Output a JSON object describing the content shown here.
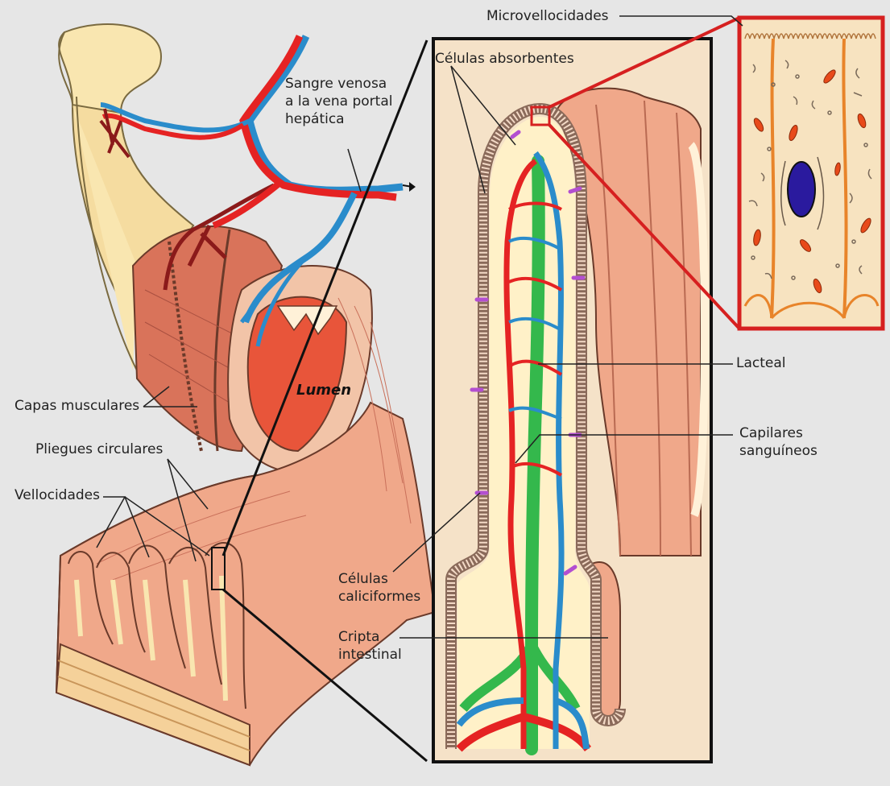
{
  "labels": {
    "microvellocidades": "Microvellocidades",
    "celulas_absorbentes": "Células absorbentes",
    "sangre_venosa": "Sangre venosa\na la vena portal\nhepática",
    "lumen": "Lumen",
    "capas_musculares": "Capas musculares",
    "pliegues_circulares": "Pliegues circulares",
    "vellocidades": "Vellocidades",
    "lacteal": "Lacteal",
    "capilares_sanguineos": "Capilares\nsanguíneos",
    "celulas_caliciformes": "Células\ncaliciformes",
    "cripta_intestinal": "Cripta\nintestinal"
  },
  "colors": {
    "background": "#e6e6e6",
    "intestine_outer": "#f9e6b0",
    "intestine_wall": "#f2b69a",
    "muscle": "#d9735a",
    "lumen": "#e8553a",
    "artery": "#e52323",
    "dark_artery": "#8b1a1a",
    "vein": "#2a8ccb",
    "lacteal": "#34b84c",
    "goblet_cell": "#b34fd1",
    "callout_frame": "#111111",
    "cell_frame": "#d62020",
    "nucleus": "#2a1a9e",
    "mitochondria": "#e84a1a"
  }
}
